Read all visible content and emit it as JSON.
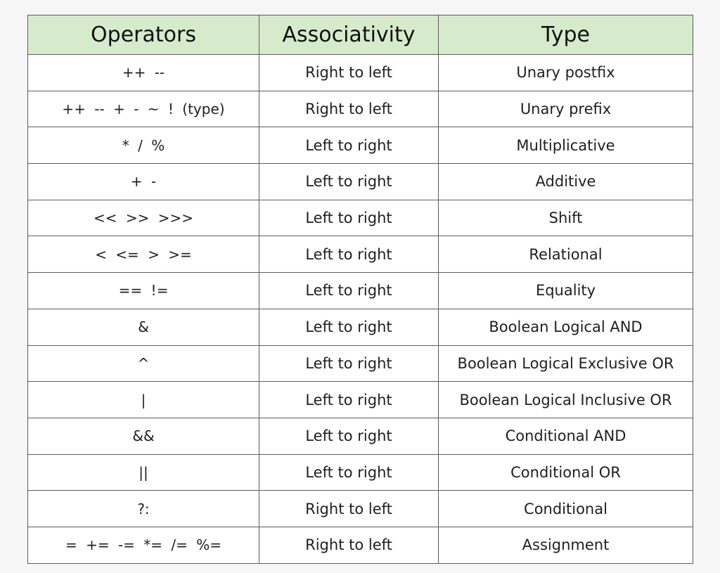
{
  "table": {
    "headers": [
      "Operators",
      "Associativity",
      "Type"
    ],
    "rows": [
      {
        "operators": "++   --",
        "associativity": "Right to left",
        "type": "Unary postfix"
      },
      {
        "operators": "++   --   +   -   ~   !   (type)",
        "associativity": "Right to left",
        "type": "Unary prefix"
      },
      {
        "operators": "*   /   %",
        "associativity": "Left to right",
        "type": "Multiplicative"
      },
      {
        "operators": "+   -",
        "associativity": "Left to right",
        "type": "Additive"
      },
      {
        "operators": "<<   >>   >>>",
        "associativity": "Left to right",
        "type": "Shift"
      },
      {
        "operators": "< <= > >=",
        "associativity": "Left to right",
        "type": "Relational"
      },
      {
        "operators": "== !=",
        "associativity": "Left to right",
        "type": "Equality"
      },
      {
        "operators": "&",
        "associativity": "Left to right",
        "type": "Boolean Logical AND"
      },
      {
        "operators": "^",
        "associativity": "Left to right",
        "type": "Boolean Logical Exclusive OR"
      },
      {
        "operators": "|",
        "associativity": "Left to right",
        "type": "Boolean Logical Inclusive OR"
      },
      {
        "operators": "&&",
        "associativity": "Left to right",
        "type": "Conditional AND"
      },
      {
        "operators": "||",
        "associativity": "Left to right",
        "type": "Conditional OR"
      },
      {
        "operators": "?:",
        "associativity": "Right to left",
        "type": "Conditional"
      },
      {
        "operators": "=  += -= *= /= %=",
        "associativity": "Right to left",
        "type": "Assignment"
      }
    ]
  },
  "colors": {
    "header_background": "#d6ebcc",
    "border": "#5c5c5c",
    "page_background": "#f6f6f6"
  }
}
